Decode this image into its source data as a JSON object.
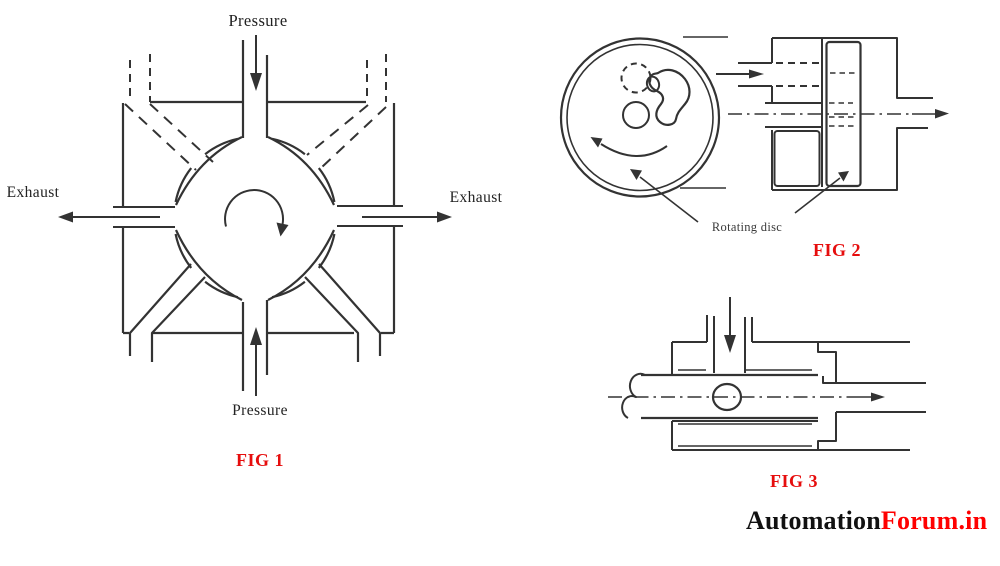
{
  "figures": {
    "fig1": {
      "caption": "FIG 1",
      "labels": {
        "pressure_top": "Pressure",
        "pressure_bottom": "Pressure",
        "exhaust_left": "Exhaust",
        "exhaust_right": "Exhaust"
      }
    },
    "fig2": {
      "caption": "FIG 2",
      "labels": {
        "rotating_disc": "Rotating disc"
      }
    },
    "fig3": {
      "caption": "FIG 3"
    }
  },
  "watermark": {
    "brand_black": "Automation",
    "brand_red": "Forum.in"
  },
  "colors": {
    "line": "#333333",
    "ink": "#222222",
    "caption_red": "#e60d0d",
    "brand_red": "#ff0000",
    "brand_black": "#111111"
  }
}
